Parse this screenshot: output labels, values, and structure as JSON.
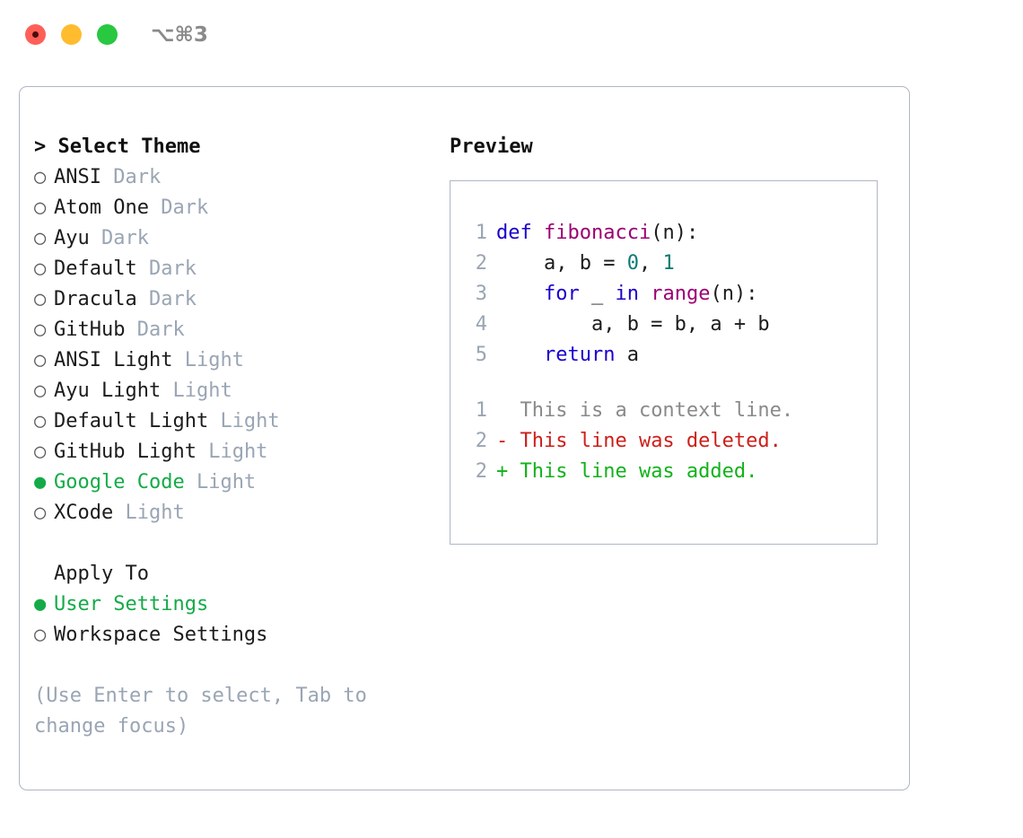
{
  "titlebar": {
    "traffic_lights": [
      "close",
      "minimize",
      "maximize"
    ],
    "shortcut_label": "⌥⌘3",
    "colors": {
      "close": "#ff5f57",
      "minimize": "#febc2e",
      "maximize": "#28c840"
    }
  },
  "theme_panel": {
    "header_prefix": "> ",
    "header_label": "Select Theme",
    "bullet_on": "●",
    "bullet_off": "○",
    "accent_color": "#14ab47",
    "tag_color": "#9aa5b4",
    "items": [
      {
        "name": "ANSI",
        "tag": "Dark",
        "selected": false
      },
      {
        "name": "Atom One",
        "tag": "Dark",
        "selected": false
      },
      {
        "name": "Ayu",
        "tag": "Dark",
        "selected": false
      },
      {
        "name": "Default",
        "tag": "Dark",
        "selected": false
      },
      {
        "name": "Dracula",
        "tag": "Dark",
        "selected": false
      },
      {
        "name": "GitHub",
        "tag": "Dark",
        "selected": false
      },
      {
        "name": "ANSI Light",
        "tag": "Light",
        "selected": false
      },
      {
        "name": "Ayu Light",
        "tag": "Light",
        "selected": false
      },
      {
        "name": "Default Light",
        "tag": "Light",
        "selected": false
      },
      {
        "name": "GitHub Light",
        "tag": "Light",
        "selected": false
      },
      {
        "name": "Google Code",
        "tag": "Light",
        "selected": true
      },
      {
        "name": "XCode",
        "tag": "Light",
        "selected": false
      }
    ]
  },
  "apply_to": {
    "header_label": "Apply To",
    "items": [
      {
        "name": "User Settings",
        "selected": true
      },
      {
        "name": "Workspace Settings",
        "selected": false
      }
    ]
  },
  "hint": {
    "text": "(Use Enter to select, Tab to change focus)"
  },
  "preview": {
    "header_label": "Preview",
    "border_color": "#aeb7c4",
    "syntax_colors": {
      "keyword": "#1a01cc",
      "function": "#9c0073",
      "number": "#0b7a75",
      "plain": "#1c1c1c",
      "line_number": "#9aa5b4",
      "diff_context": "#8a8a8a",
      "diff_deleted": "#cc1f1a",
      "diff_added": "#11b21a"
    },
    "code_lines": [
      {
        "n": "1",
        "tokens": [
          {
            "t": "def",
            "c": "kw"
          },
          {
            "t": " ",
            "c": "pl"
          },
          {
            "t": "fibonacci",
            "c": "fn"
          },
          {
            "t": "(n):",
            "c": "pl"
          }
        ]
      },
      {
        "n": "2",
        "tokens": [
          {
            "t": "    a, b = ",
            "c": "pl"
          },
          {
            "t": "0",
            "c": "num"
          },
          {
            "t": ", ",
            "c": "pl"
          },
          {
            "t": "1",
            "c": "num"
          }
        ]
      },
      {
        "n": "3",
        "tokens": [
          {
            "t": "    ",
            "c": "pl"
          },
          {
            "t": "for",
            "c": "kw"
          },
          {
            "t": " _ ",
            "c": "pl"
          },
          {
            "t": "in",
            "c": "kw"
          },
          {
            "t": " ",
            "c": "pl"
          },
          {
            "t": "range",
            "c": "fn"
          },
          {
            "t": "(n):",
            "c": "pl"
          }
        ]
      },
      {
        "n": "4",
        "tokens": [
          {
            "t": "        a, b = b, a + b",
            "c": "pl"
          }
        ]
      },
      {
        "n": "5",
        "tokens": [
          {
            "t": "    ",
            "c": "pl"
          },
          {
            "t": "return",
            "c": "kw"
          },
          {
            "t": " a",
            "c": "pl"
          }
        ]
      }
    ],
    "diff_lines": [
      {
        "n": "1",
        "marker": " ",
        "text": " This is a context line.",
        "kind": "diff-ctx"
      },
      {
        "n": "2",
        "marker": "-",
        "text": " This line was deleted.",
        "kind": "diff-del"
      },
      {
        "n": "2",
        "marker": "+",
        "text": " This line was added.",
        "kind": "diff-add"
      }
    ]
  }
}
